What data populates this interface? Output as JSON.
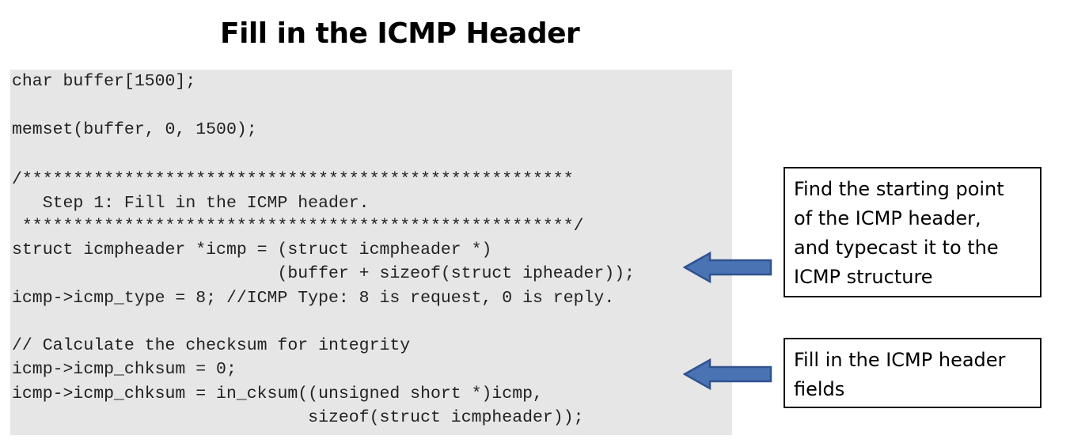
{
  "title": "Fill in the ICMP Header",
  "code": {
    "lines": [
      "char buffer[1500];",
      "",
      "memset(buffer, 0, 1500);",
      "",
      "/******************************************************",
      "   Step 1: Fill in the ICMP header.",
      " ******************************************************/",
      "struct icmpheader *icmp = (struct icmpheader *)",
      "                          (buffer + sizeof(struct ipheader));",
      "icmp->icmp_type = 8; //ICMP Type: 8 is request, 0 is reply.",
      "",
      "// Calculate the checksum for integrity",
      "icmp->icmp_chksum = 0;",
      "icmp->icmp_chksum = in_cksum((unsigned short *)icmp,",
      "                             sizeof(struct icmpheader));"
    ]
  },
  "callouts": [
    {
      "lines": [
        "Find the starting point",
        "of the ICMP header,",
        "and typecast it to the",
        "ICMP structure"
      ]
    },
    {
      "lines": [
        "Fill in the ICMP header",
        "fields"
      ]
    }
  ],
  "colors": {
    "code_background": "#e6e6e6",
    "arrow_fill": "#4a73b4",
    "arrow_stroke": "#2f528f"
  }
}
